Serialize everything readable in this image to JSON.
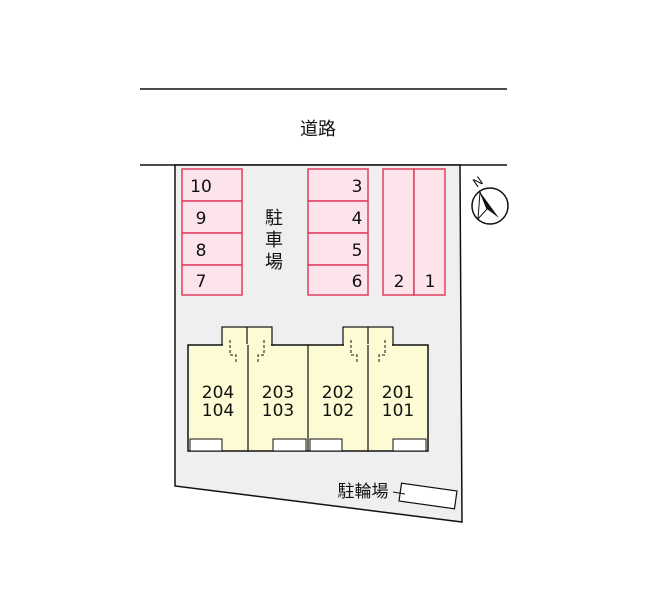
{
  "road": {
    "label": "道路"
  },
  "compass": {
    "label": "N"
  },
  "parking": {
    "label_chars": [
      "駐",
      "車",
      "場"
    ],
    "left_spaces": [
      "10",
      "9",
      "8",
      "7"
    ],
    "center_spaces": [
      "3",
      "4",
      "5",
      "6"
    ],
    "right_spaces": [
      "2",
      "1"
    ]
  },
  "building": {
    "units": [
      {
        "upper": "204",
        "lower": "104"
      },
      {
        "upper": "203",
        "lower": "103"
      },
      {
        "upper": "202",
        "lower": "102"
      },
      {
        "upper": "201",
        "lower": "101"
      }
    ]
  },
  "bicycle_parking": {
    "label": "駐輪場"
  },
  "colors": {
    "lot_fill": "#efefef",
    "parking_fill": "#fde3ea",
    "parking_stroke": "#e0405e",
    "building_fill": "#fdfbd3",
    "ink": "#111111"
  }
}
